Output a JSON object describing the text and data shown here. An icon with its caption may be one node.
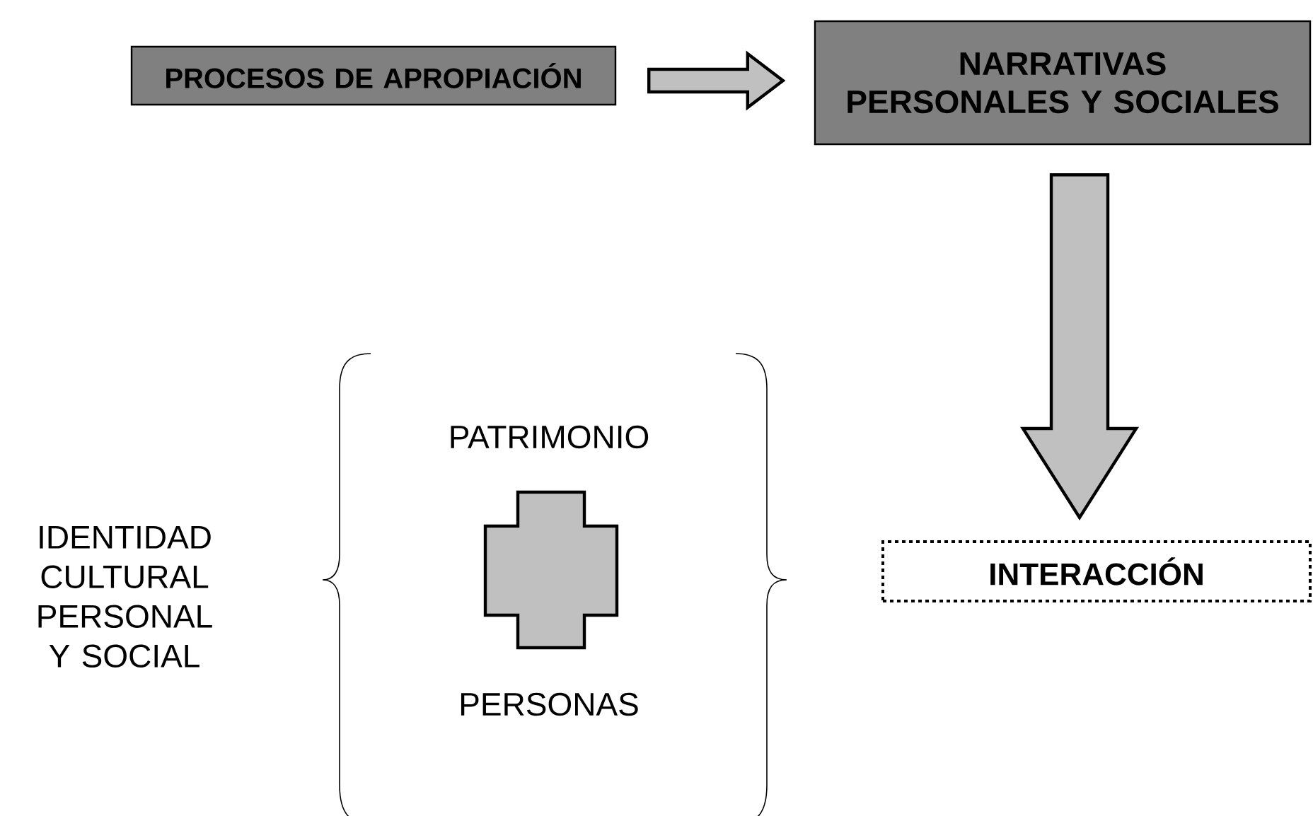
{
  "diagram": {
    "nodes": [
      {
        "text": [
          "PROCESOS DE APROPIACIÓN"
        ]
      },
      {
        "text": [
          "NARRATIVAS PERSONALES Y SOCIALES"
        ]
      },
      {
        "text": [
          "INTERACCIÓN"
        ]
      },
      {
        "text": [],
        "shape": "cross"
      }
    ],
    "edges": [
      {
        "from": 0,
        "to": 1,
        "arrow": "to"
      },
      {
        "from": 1,
        "to": 2,
        "arrow": "to"
      }
    ],
    "labels": [
      "IDENTIDAD CULTURAL PERSONAL Y SOCIAL",
      "PATRIMONIO",
      "PERSONAS"
    ]
  }
}
